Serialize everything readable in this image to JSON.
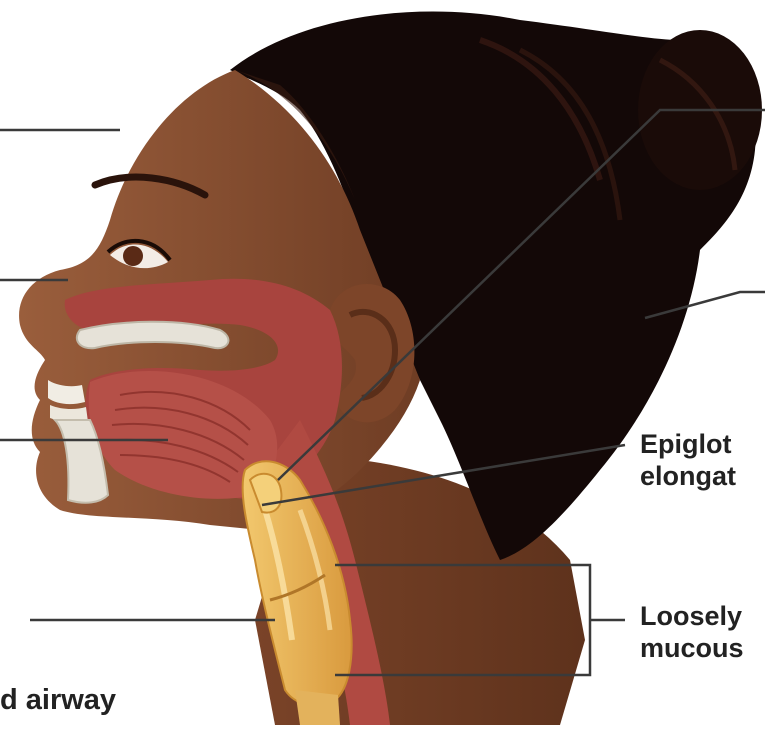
{
  "labels": {
    "epiglottis_line1": "Epiglot",
    "epiglottis_line2": "elongat",
    "mucous_line1": "Loosely",
    "mucous_line2": "mucous",
    "airway": "d airway"
  },
  "colors": {
    "skin": "#8a5234",
    "skin_dark": "#6b3a22",
    "hair": "#120807",
    "hair_highlight": "#3a1a12",
    "tissue": "#a8443e",
    "tissue_light": "#c86a5f",
    "bone": "#e6e2d8",
    "cartilage": "#e2a94f",
    "cartilage_light": "#f4d07a",
    "leader_line": "#3a3a3a"
  }
}
